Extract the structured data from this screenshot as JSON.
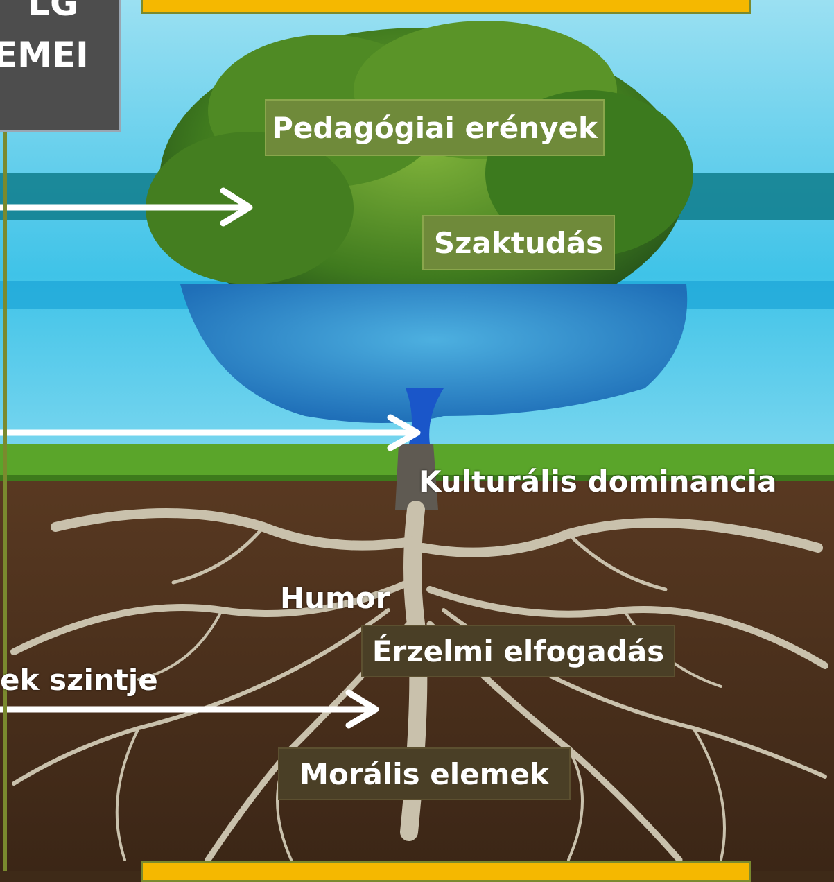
{
  "title": {
    "line1": "LG",
    "line2": "EMEI"
  },
  "canopy_labels": {
    "pedagogiai": "Pedagógiai erények",
    "szaktudas": "Szaktudás"
  },
  "trunk_label": "Kulturális dominancia",
  "root_labels": {
    "humor": "Humor",
    "erzelmi": "Érzelmi elfogadás",
    "moralis": "Morális elemek"
  },
  "left_side_text": "ek szintje",
  "colors": {
    "banner": "#f5b800",
    "green_label": "#6f8a3a",
    "dark_label": "#4a3f26",
    "title_box": "#4d4d4d",
    "sky": "#4fc6e6",
    "grass": "#5aa52a",
    "soil": "#4a3320",
    "root": "#c9c1ac"
  }
}
